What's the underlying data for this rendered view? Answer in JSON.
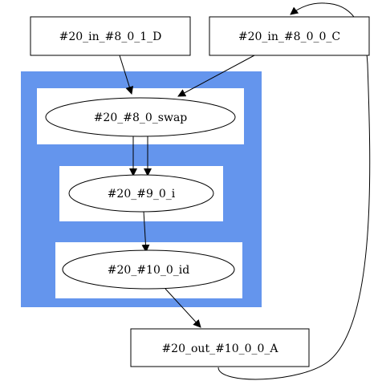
{
  "nodes": {
    "in_d": "#20_in_#8_0_1_D",
    "in_c": "#20_in_#8_0_0_C",
    "swap": "#20_#8_0_swap",
    "i": "#20_#9_0_i",
    "id": "#20_#10_0_id",
    "out_a": "#20_out_#10_0_0_A"
  },
  "edges": [
    {
      "from": "in_d",
      "to": "swap"
    },
    {
      "from": "in_c",
      "to": "swap"
    },
    {
      "from": "swap",
      "to": "i"
    },
    {
      "from": "swap",
      "to": "i"
    },
    {
      "from": "i",
      "to": "id"
    },
    {
      "from": "id",
      "to": "out_a"
    },
    {
      "from": "out_a",
      "to": "in_c"
    }
  ],
  "colors": {
    "cluster_fill": "#6495ed",
    "subcluster_fill": "#ffffff",
    "stroke": "#000000"
  }
}
